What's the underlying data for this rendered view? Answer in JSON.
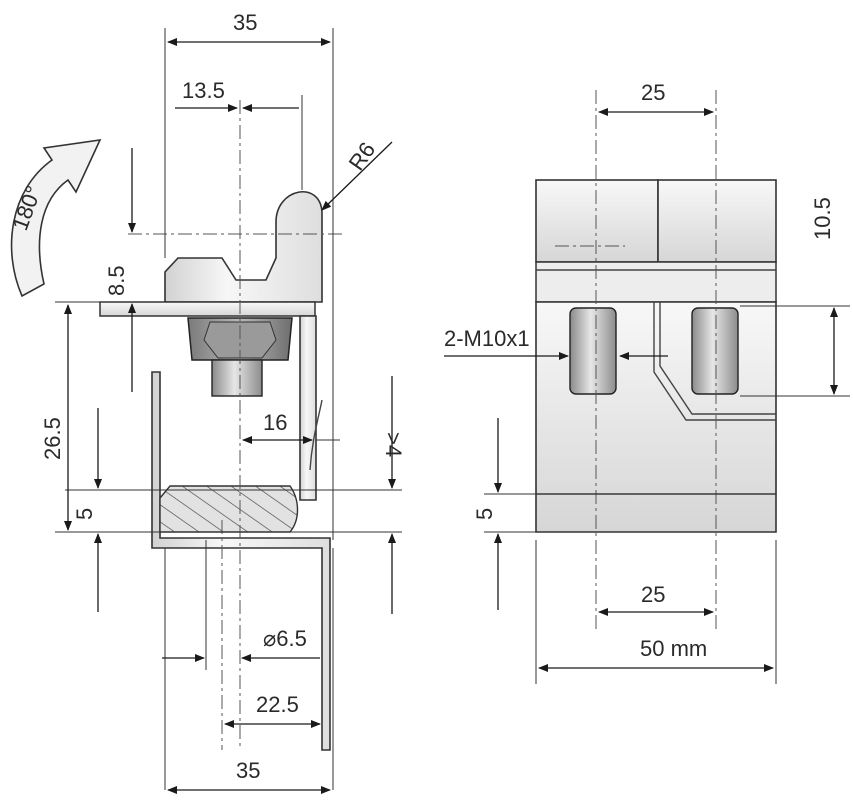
{
  "drawing": {
    "rotation_label": "180°",
    "left_view": {
      "dim_top_width": "35",
      "dim_top_offset": "13.5",
      "dim_radius": "R6",
      "dim_upper_height": "8.5",
      "dim_main_height": "26.5",
      "dim_nut_width": "16",
      "dim_min_gap": ">4",
      "dim_lower_thickness": "5",
      "dim_hole_diameter": "⌀6.5",
      "dim_bottom_offset": "22.5",
      "dim_bottom_width": "35"
    },
    "right_view": {
      "dim_top_spacing": "25",
      "dim_right_height": "10.5",
      "dim_thread": "2-M10x1",
      "dim_lower_thickness": "5",
      "dim_bottom_spacing": "25",
      "dim_total_width": "50 mm"
    }
  },
  "colors": {
    "line": "#1a1a1a",
    "part_light": "#f4f4f4",
    "part_shadow": "#c9c9c9"
  }
}
